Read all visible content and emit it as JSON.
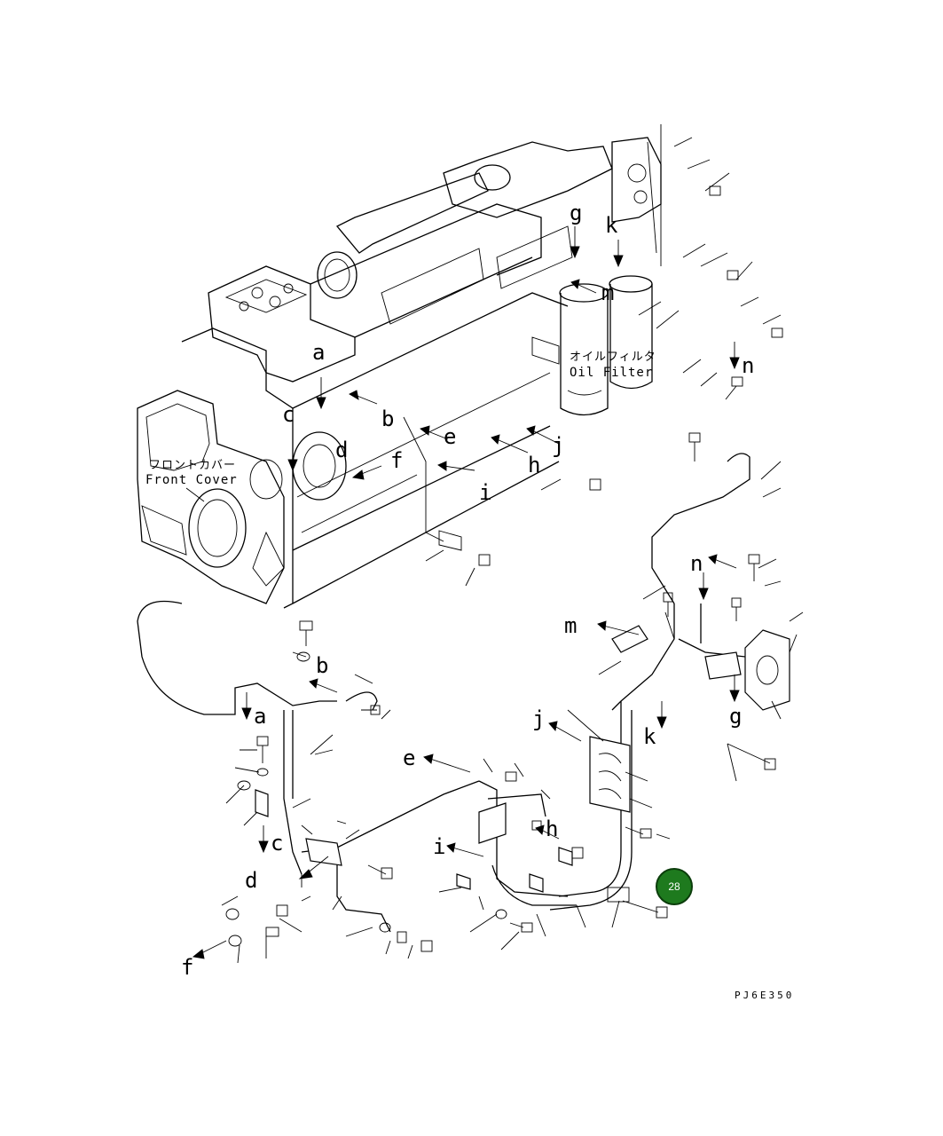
{
  "diagram": {
    "drawing_code": "PJ6E350",
    "callouts": [
      {
        "number": "28",
        "color": "#1e7a1e"
      }
    ],
    "reference_letters": [
      "a",
      "b",
      "c",
      "d",
      "e",
      "f",
      "g",
      "h",
      "i",
      "j",
      "k",
      "m",
      "n"
    ],
    "annotations": {
      "oil_filter_jp": "オイルフィルタ",
      "oil_filter_en": "Oil Filter",
      "front_cover_jp": "フロントカバー",
      "front_cover_en": "Front Cover"
    }
  }
}
